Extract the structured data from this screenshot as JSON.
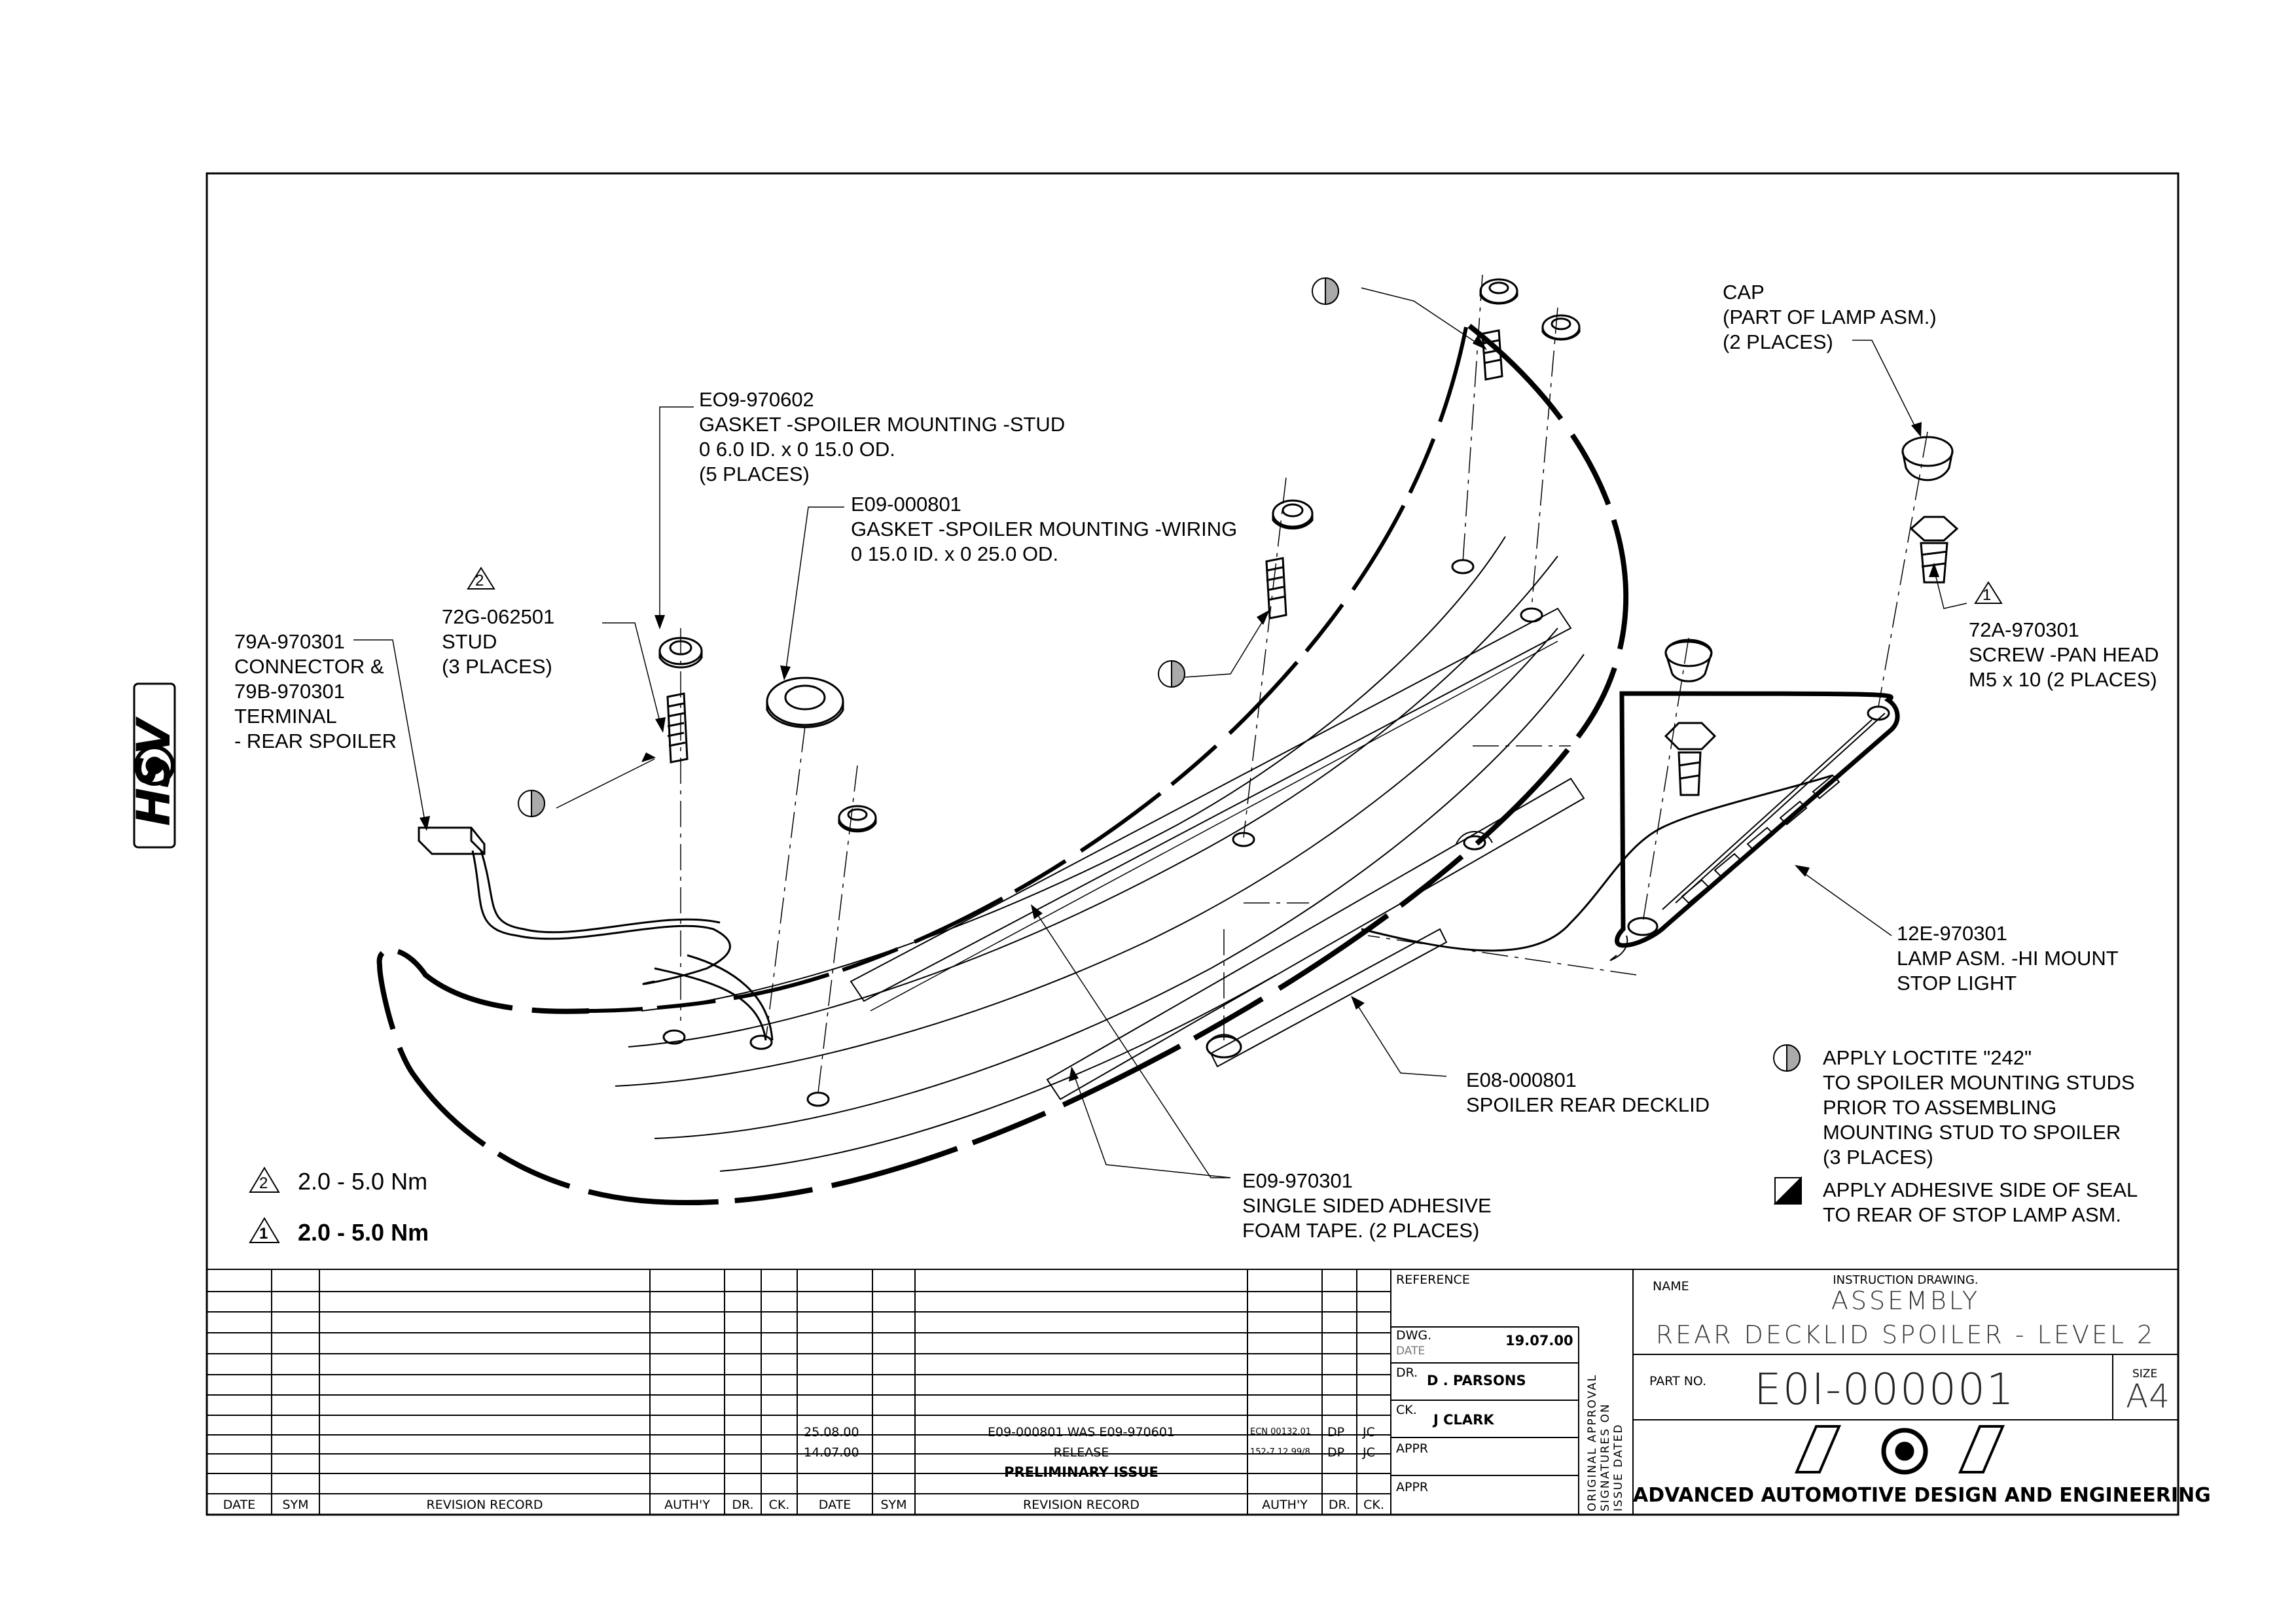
{
  "logo_text": "HSV",
  "callouts": {
    "gasket_stud": [
      "EO9-970602",
      "GASKET -SPOILER MOUNTING -STUD",
      "0 6.0 ID. x 0 15.0 OD.",
      "(5 PLACES)"
    ],
    "gasket_wiring": [
      "E09-000801",
      "GASKET -SPOILER MOUNTING -WIRING",
      "0 15.0 ID. x 0 25.0 OD."
    ],
    "stud": [
      "72G-062501",
      "STUD",
      "(3 PLACES)"
    ],
    "stud_marker": "2",
    "connector": [
      "79A-970301",
      "CONNECTOR &",
      "79B-970301",
      "TERMINAL",
      "- REAR SPOILER"
    ],
    "cap": [
      "CAP",
      "(PART OF LAMP ASM.)",
      "(2 PLACES)"
    ],
    "screw": [
      "72A-970301",
      "SCREW -PAN HEAD",
      "M5 x 10 (2 PLACES)"
    ],
    "screw_marker": "1",
    "lamp": [
      "12E-970301",
      "LAMP ASM. -HI MOUNT",
      "STOP LIGHT"
    ],
    "spoiler": [
      "E08-000801",
      "SPOILER REAR DECKLID"
    ],
    "tape": [
      "E09-970301",
      "SINGLE SIDED ADHESIVE",
      "FOAM TAPE. (2 PLACES)"
    ]
  },
  "notes": {
    "loctite": [
      "APPLY LOCTITE \"242\"",
      "TO SPOILER MOUNTING STUDS",
      "PRIOR TO ASSEMBLING",
      "MOUNTING STUD TO SPOILER",
      "(3 PLACES)"
    ],
    "adhesive": [
      "APPLY ADHESIVE SIDE OF SEAL",
      "TO REAR OF STOP LAMP ASM."
    ]
  },
  "torque": [
    {
      "marker": "2",
      "value": "2.0 - 5.0  Nm"
    },
    {
      "marker": "1",
      "value": "2.0 - 5.0  Nm"
    }
  ],
  "revision_table": {
    "headers_left": [
      "DATE",
      "SYM",
      "REVISION RECORD",
      "AUTH'Y",
      "DR.",
      "CK."
    ],
    "headers_right": [
      "DATE",
      "SYM",
      "REVISION RECORD",
      "AUTH'Y",
      "DR.",
      "CK."
    ],
    "rows": [
      {
        "date": "25.08.00",
        "record": "E09-000801 WAS E09-970601",
        "auth": "ECN 00132.01",
        "dr": "DP",
        "ck": "JC"
      },
      {
        "date": "14.07.00",
        "record": "RELEASE",
        "auth": "152-7.12.99/8",
        "dr": "DP",
        "ck": "JC"
      }
    ],
    "status": "PRELIMINARY ISSUE"
  },
  "title_block": {
    "reference_label": "REFERENCE",
    "dwg_label": "DWG.",
    "date_label": "DATE",
    "dwg_date": "19.07.00",
    "dr_label": "DR.",
    "dr_name": "D . PARSONS",
    "ck_label": "CK.",
    "ck_name": "J CLARK",
    "appr_label": "APPR",
    "approval_vertical": [
      "ORIGINAL APPROVAL",
      "SIGNATURES ON",
      "ISSUE DATED"
    ],
    "name_label": "NAME",
    "drawing_type": "INSTRUCTION DRAWING.",
    "title_line1": "ASSEMBLY",
    "title_line2": "REAR DECKLID SPOILER - LEVEL 2",
    "part_no_label": "PART NO.",
    "part_no": "E0I-000001",
    "size_label": "SIZE",
    "size": "A4",
    "company": "ADVANCED AUTOMOTIVE DESIGN AND ENGINEERING"
  }
}
